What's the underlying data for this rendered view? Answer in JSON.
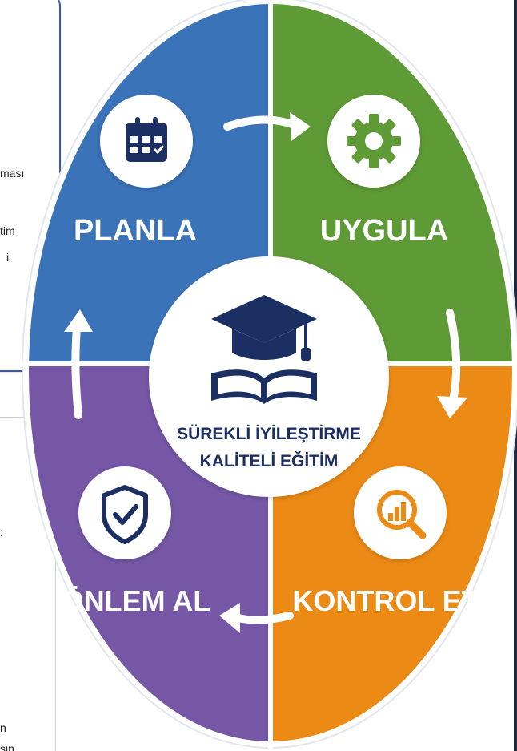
{
  "quadrants": [
    {
      "id": "planla",
      "label": "PLANLA",
      "color": "#3a73b8",
      "icon": "calendar-icon"
    },
    {
      "id": "uygula",
      "label": "UYGULA",
      "color": "#5e9a35",
      "icon": "gear-icon"
    },
    {
      "id": "kontrol",
      "label": "KONTROL ET",
      "color": "#ec8a16",
      "icon": "magnifier-chart-icon"
    },
    {
      "id": "onlem",
      "label": "ÖNLEM AL",
      "color": "#7557a6",
      "icon": "shield-check-icon"
    }
  ],
  "center": {
    "icon": "graduation-cap-book-icon",
    "line1": "SÜREKLİ İYİLEŞTİRME",
    "line2": "KALİTELİ EĞİTİM"
  },
  "left_fragments": [
    "ması",
    "tim",
    "i",
    ":",
    "n",
    "sin"
  ]
}
